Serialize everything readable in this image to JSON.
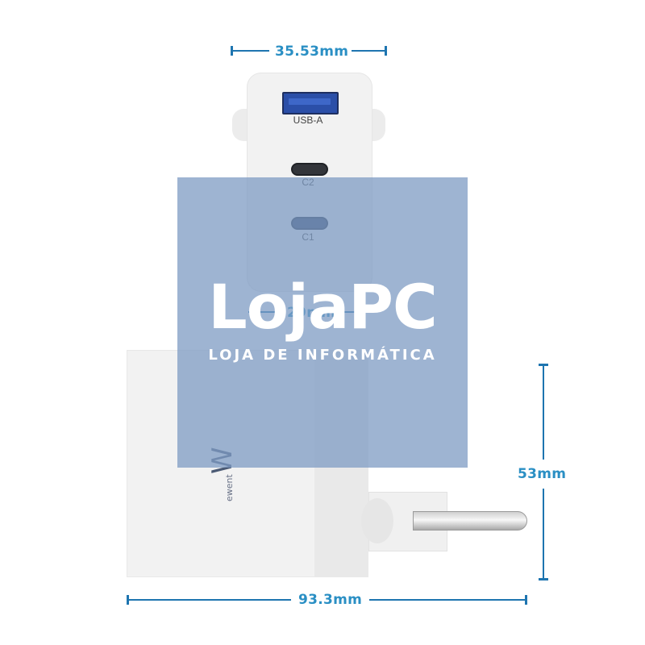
{
  "dimensions": {
    "top_width": "35.53mm",
    "front_width": "29mm",
    "height": "53mm",
    "length": "93.3mm"
  },
  "ports": {
    "usb_a": "USB-A",
    "c2": "C2",
    "c1": "C1"
  },
  "brand": {
    "name": "ewent",
    "mark": "W"
  },
  "watermark": {
    "title": "LojaPC",
    "subtitle": "LOJA DE INFORMÁTICA"
  },
  "colors": {
    "dimension_line": "#1e75b0",
    "dimension_text": "#2a8fc4",
    "overlay": "#7d9bc3",
    "charger_body": "#f2f2f2"
  }
}
